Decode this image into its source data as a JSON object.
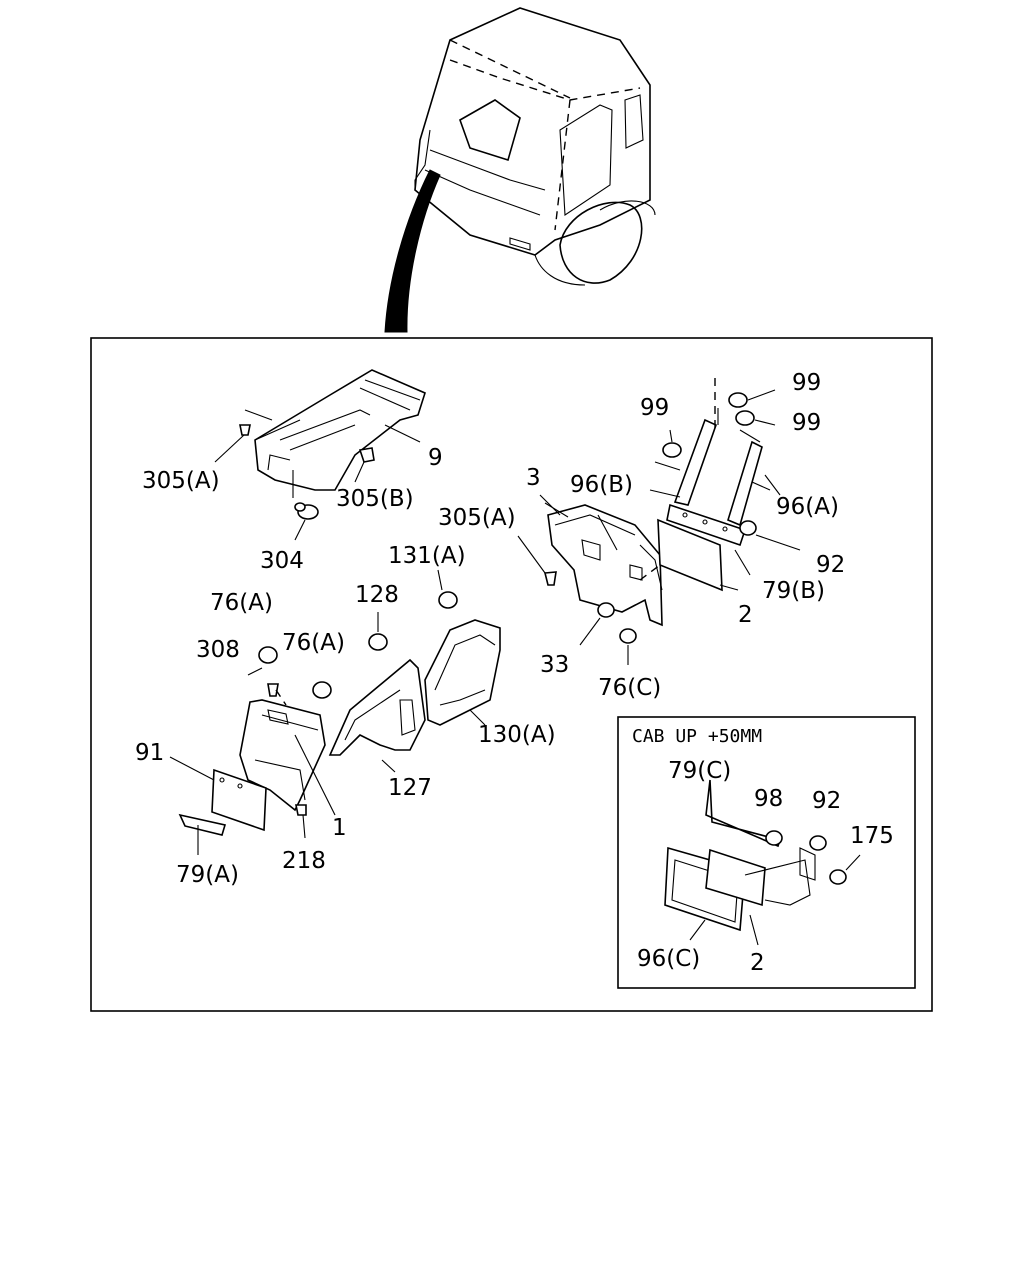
{
  "inset": {
    "title": "CAB UP +50MM"
  },
  "labels": {
    "l305a_top": "305(A)",
    "l305b": "305(B)",
    "l9": "9",
    "l304": "304",
    "l99_left": "99",
    "l99_top1": "99",
    "l99_top2": "99",
    "l3": "3",
    "l96b": "96(B)",
    "l96a": "96(A)",
    "l305a_right": "305(A)",
    "l92": "92",
    "l79b": "79(B)",
    "l2": "2",
    "l33": "33",
    "l76c": "76(C)",
    "l131a": "131(A)",
    "l128": "128",
    "l76a_1": "76(A)",
    "l76a_2": "76(A)",
    "l308": "308",
    "l130a": "130(A)",
    "l127": "127",
    "l91": "91",
    "l1": "1",
    "l218": "218",
    "l79a": "79(A)",
    "l79c": "79(C)",
    "l98": "98",
    "l92_inset": "92",
    "l175": "175",
    "l96c": "96(C)",
    "l2_inset": "2"
  }
}
